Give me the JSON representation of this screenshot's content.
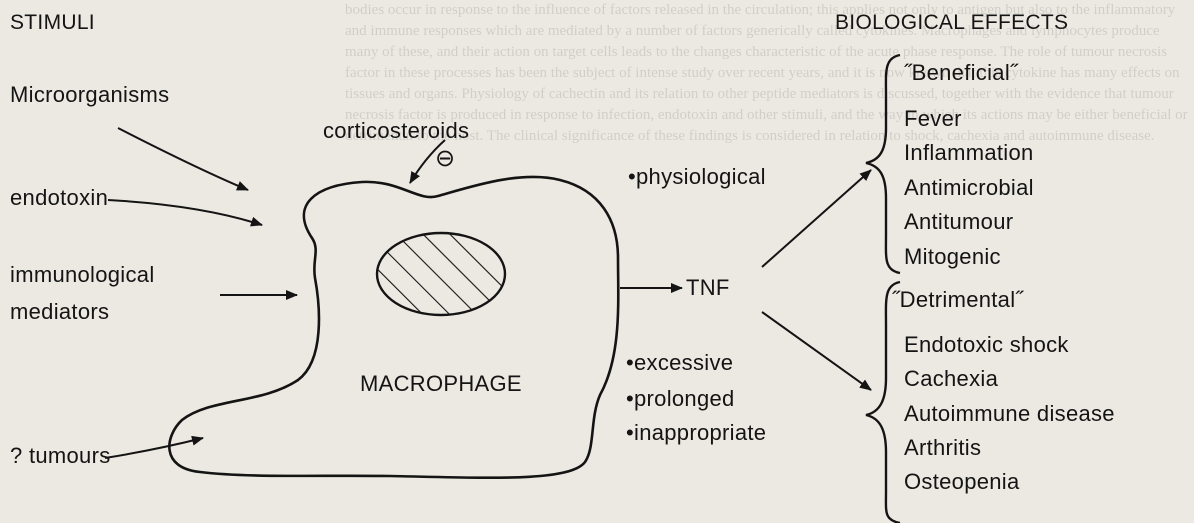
{
  "headings": {
    "stimuli": "STIMULI",
    "biological_effects": "BIOLOGICAL EFFECTS"
  },
  "stimuli": {
    "microorganisms": "Microorganisms",
    "endotoxin": "endotoxin",
    "immunological_line1": "immunological",
    "immunological_line2": "mediators",
    "tumours": "? tumours"
  },
  "cell": {
    "label": "MACROPHAGE",
    "corticosteroids": "corticosteroids",
    "inhibition_symbol": "⊖"
  },
  "product": "TNF",
  "conditions": {
    "physiological": "•physiological",
    "excessive": "•excessive",
    "prolonged": "•prolonged",
    "inappropriate": "•inappropriate"
  },
  "beneficial": {
    "title": "˝Beneficial˝",
    "items": [
      "Fever",
      "Inflammation",
      "Antimicrobial",
      "Antitumour",
      "Mitogenic"
    ]
  },
  "detrimental": {
    "title": "˝Detrimental˝",
    "items": [
      "Endotoxic shock",
      "Cachexia",
      "Autoimmune disease",
      "Arthritis",
      "Osteopenia"
    ]
  }
}
